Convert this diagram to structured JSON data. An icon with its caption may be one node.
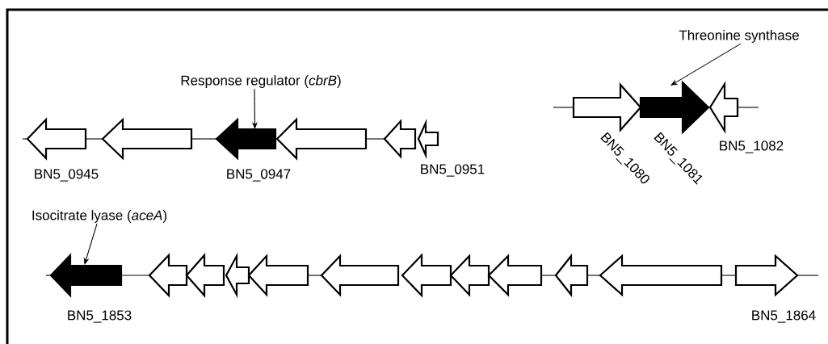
{
  "diagram": {
    "nodes": [
      {
        "text": [
          "Response regulator (*cbrB*)"
        ]
      },
      {
        "text": [
          "Threonine synthase"
        ]
      },
      {
        "text": [],
        "shape": "arrow",
        "beside": [
          "BN5_0945"
        ]
      },
      {
        "text": [],
        "shape": "arrow"
      },
      {
        "text": [],
        "shape": "arrow",
        "beside": [
          "BN5_0947"
        ]
      },
      {
        "text": [],
        "shape": "arrow"
      },
      {
        "text": [],
        "shape": "arrow"
      },
      {
        "text": [],
        "shape": "arrow",
        "beside": [
          "BN5_0951"
        ]
      },
      {
        "text": [],
        "shape": "arrow",
        "beside": [
          "BN5_1080"
        ]
      },
      {
        "text": [],
        "shape": "arrow",
        "beside": [
          "BN5_1081"
        ]
      },
      {
        "text": [],
        "shape": "arrow",
        "beside": [
          "BN5_1082"
        ]
      },
      {
        "text": [
          "Isocitrate lyase (*aceA*)"
        ]
      },
      {
        "text": [],
        "shape": "arrow",
        "beside": [
          "BN5_1853"
        ]
      },
      {
        "text": [],
        "shape": "arrow"
      },
      {
        "text": [],
        "shape": "arrow"
      },
      {
        "text": [],
        "shape": "arrow"
      },
      {
        "text": [],
        "shape": "arrow"
      },
      {
        "text": [],
        "shape": "arrow"
      },
      {
        "text": [],
        "shape": "arrow"
      },
      {
        "text": [],
        "shape": "arrow"
      },
      {
        "text": [],
        "shape": "arrow"
      },
      {
        "text": [],
        "shape": "arrow"
      },
      {
        "text": [],
        "shape": "arrow"
      },
      {
        "text": [],
        "shape": "arrow",
        "beside": [
          "BN5_1864"
        ]
      }
    ],
    "edges": [
      {
        "from": 0,
        "to": 4,
        "arrow": "to"
      },
      {
        "from": 1,
        "to": 9,
        "arrow": "to"
      },
      {
        "from": 11,
        "to": 12,
        "arrow": "to"
      },
      {
        "from": null,
        "to": 2,
        "arrow": "none"
      },
      {
        "from": 2,
        "to": 3,
        "arrow": "none"
      },
      {
        "from": 3,
        "to": 4,
        "arrow": "none"
      },
      {
        "from": 5,
        "to": 6,
        "arrow": "none"
      },
      {
        "from": null,
        "to": 8,
        "arrow": "none"
      },
      {
        "from": 10,
        "to": null,
        "arrow": "none"
      },
      {
        "from": null,
        "to": 12,
        "arrow": "none"
      },
      {
        "from": 12,
        "to": 13,
        "arrow": "none"
      },
      {
        "from": 16,
        "to": 17,
        "arrow": "none"
      },
      {
        "from": 20,
        "to": 21,
        "arrow": "none"
      },
      {
        "from": 21,
        "to": 22,
        "arrow": "none"
      },
      {
        "from": 22,
        "to": 23,
        "arrow": "none"
      },
      {
        "from": 23,
        "to": null,
        "arrow": "none"
      }
    ]
  }
}
